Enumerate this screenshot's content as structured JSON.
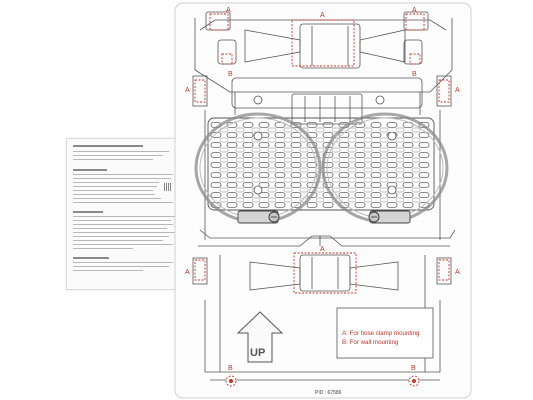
{
  "labels": {
    "a": "A",
    "b": "B",
    "up": "UP"
  },
  "legend": {
    "line_a": "A: For hose clamp mounting",
    "line_b": "B: For wall mounting"
  },
  "product_id": "PID : 67586",
  "colors": {
    "mount_accent": "#c0392b",
    "line_art": "#555555",
    "sheet": "#ffffff"
  }
}
